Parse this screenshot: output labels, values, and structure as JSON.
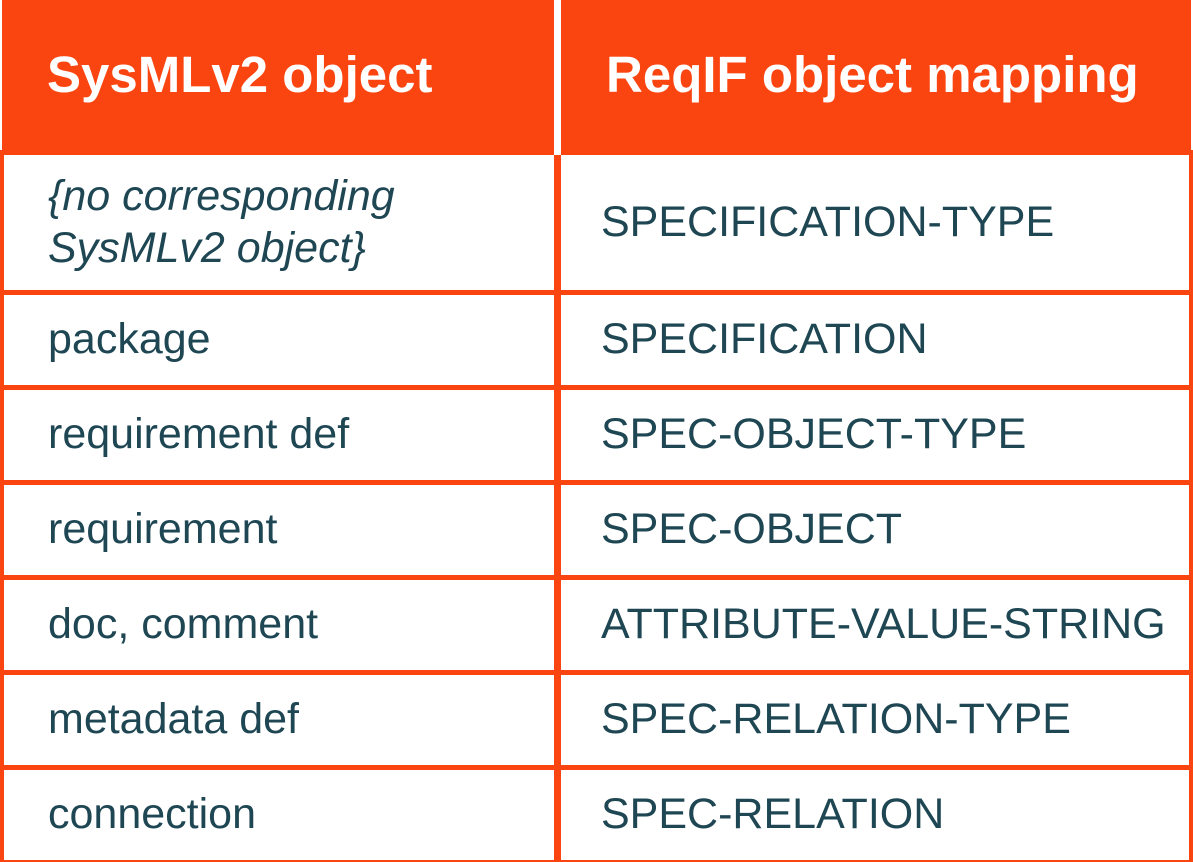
{
  "table": {
    "header": {
      "col1": "SysMLv2 object",
      "col2": "ReqIF object mapping"
    },
    "rows": [
      {
        "sysml": "{no corresponding SysMLv2 object}",
        "reqif": "SPECIFICATION-TYPE"
      },
      {
        "sysml": "package",
        "reqif": "SPECIFICATION"
      },
      {
        "sysml": "requirement def",
        "reqif": "SPEC-OBJECT-TYPE"
      },
      {
        "sysml": "requirement",
        "reqif": "SPEC-OBJECT"
      },
      {
        "sysml": "doc, comment",
        "reqif": "ATTRIBUTE-VALUE-STRING"
      },
      {
        "sysml": "metadata def",
        "reqif": "SPEC-RELATION-TYPE"
      },
      {
        "sysml": "connection",
        "reqif": "SPEC-RELATION"
      }
    ],
    "colors": {
      "accent_orange": "#FB4511",
      "body_text_teal": "#1E4653",
      "header_text": "#FFFFFF",
      "cell_background": "#FFFFFF"
    }
  }
}
